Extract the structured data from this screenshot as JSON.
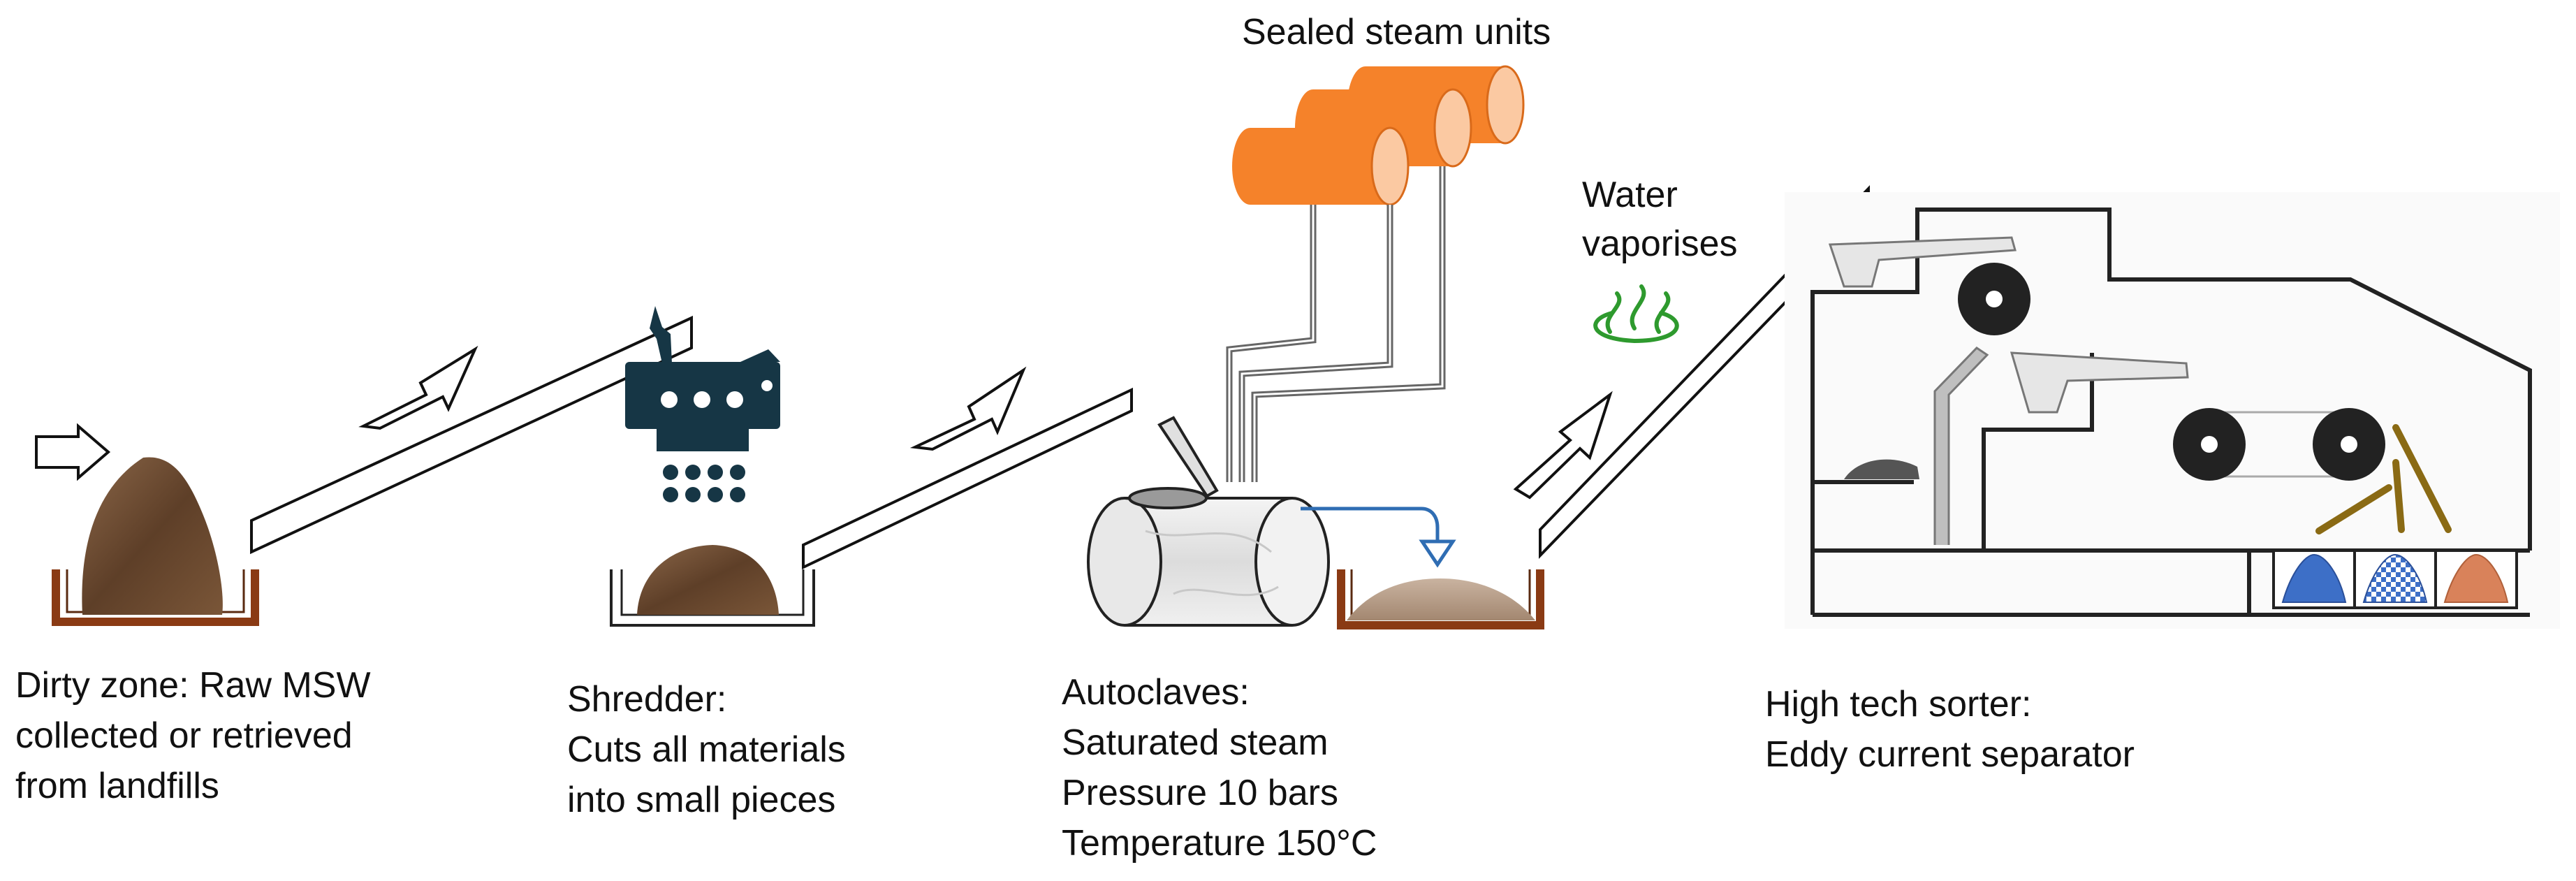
{
  "labels": {
    "dirty_zone": [
      "Dirty zone: Raw MSW",
      "collected or retrieved",
      "from landfills"
    ],
    "shredder": [
      "Shredder:",
      "Cuts all materials",
      "into small pieces"
    ],
    "autoclaves": [
      "Autoclaves:",
      "Saturated steam",
      "Pressure 10 bars",
      "Temperature 150°C"
    ],
    "sorter": [
      "High tech sorter:",
      "Eddy current separator"
    ],
    "steam_units": "Sealed steam units",
    "water": [
      "Water",
      "vaporises"
    ]
  },
  "icons": {
    "shredder": "shredder-machine-icon",
    "vapor": "steam-vapor-icon",
    "autoclave": "autoclave-drum-icon"
  },
  "colors": {
    "steam_unit": "#f5822a",
    "steam_unit_end": "#fbc9a2",
    "waste": "#6b4a32",
    "bin": "#8a3a14",
    "vapor": "#2e9a2e",
    "flow_arrow": "#2f6db3",
    "shredder": "#163645",
    "sorter_wheel": "#222222",
    "sorter_arm": "#8a6a14",
    "bin_blue": "#3d6fc7",
    "bin_orange": "#d9825a"
  }
}
